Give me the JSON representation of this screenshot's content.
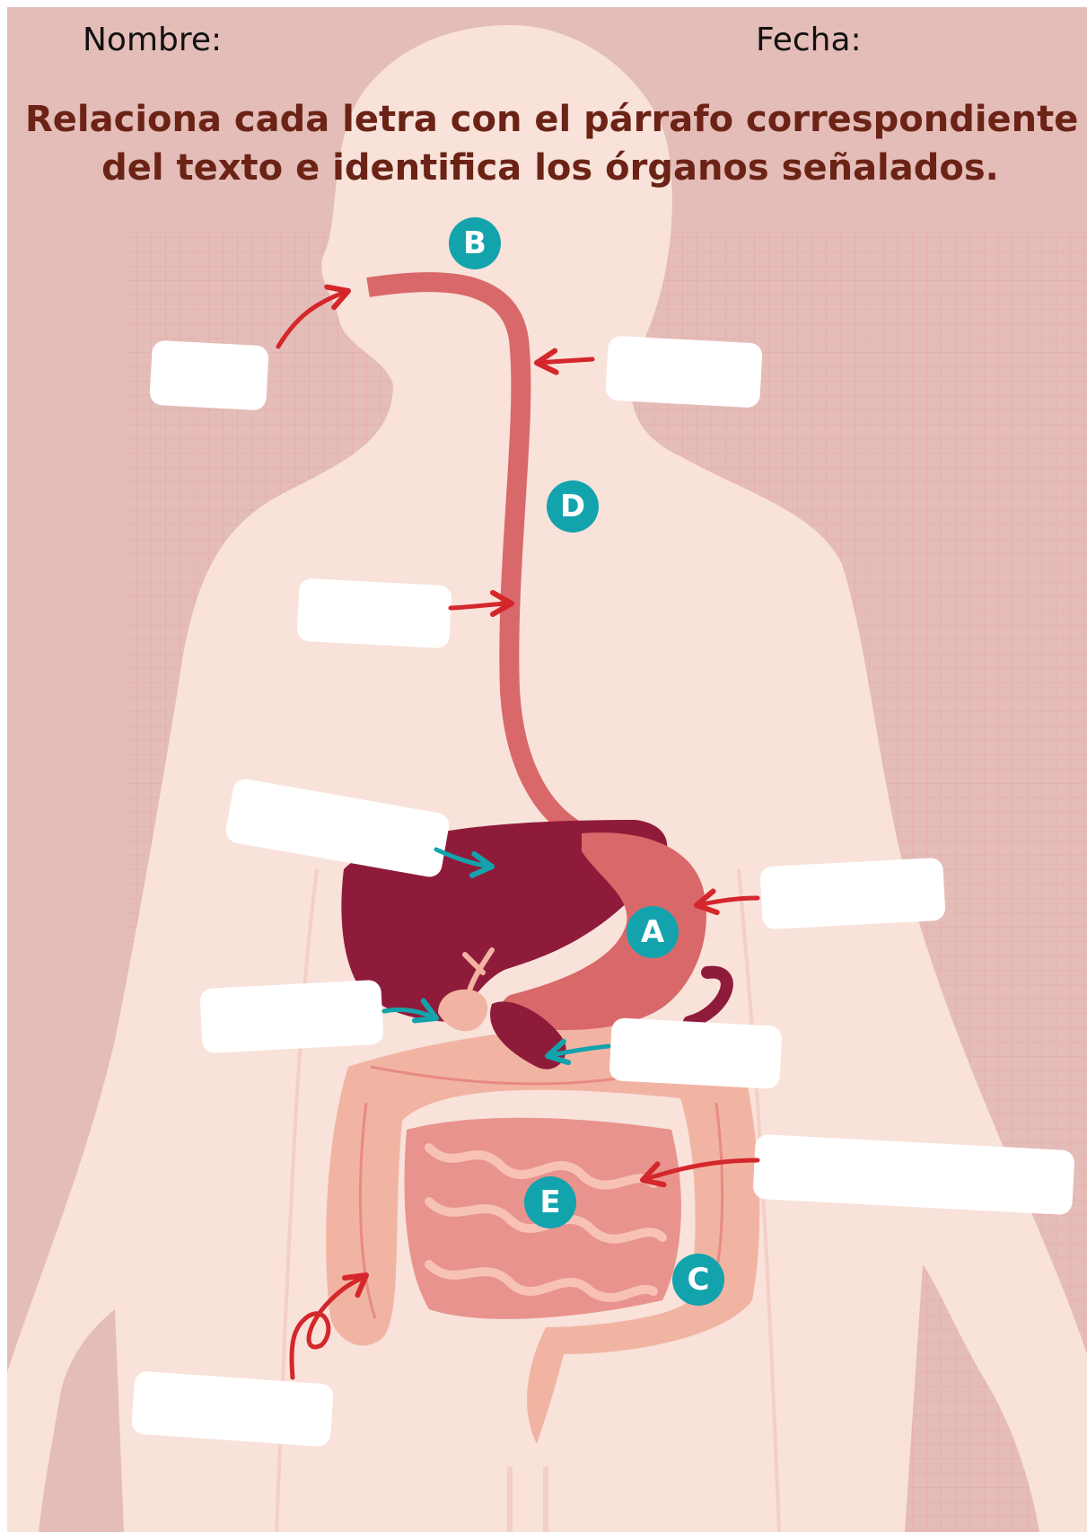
{
  "header": {
    "name_label": "Nombre:",
    "date_label": "Fecha:"
  },
  "instructions": {
    "line1": "Relaciona cada letra con el párrafo correspondiente",
    "line2": "del texto e identifica los órganos señalados."
  },
  "markers": {
    "a": "A",
    "b": "B",
    "c": "C",
    "d": "D",
    "e": "E"
  },
  "colors": {
    "background": "#e4bcb8",
    "body_silhouette": "#f8e2da",
    "esophagus": "#d9686a",
    "liver": "#8f1b3b",
    "stomach": "#d9686a",
    "intestines": "#f2b4a2",
    "marker": "#13a3ad",
    "arrow_red": "#d4272b",
    "arrow_teal": "#13a3ad",
    "title": "#6b2316",
    "label_box": "#ffffff"
  }
}
